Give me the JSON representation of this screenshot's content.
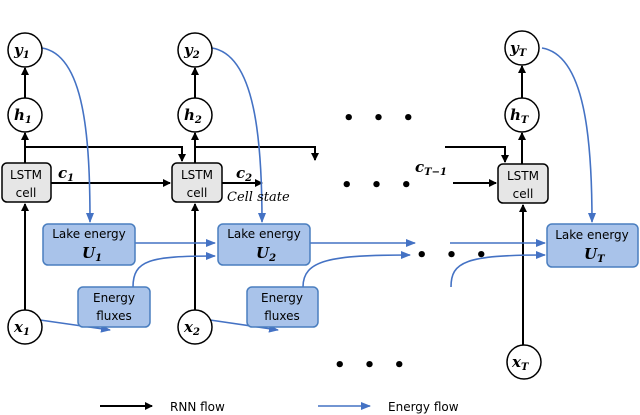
{
  "nodes": {
    "y1": {
      "v": "y",
      "s": "1"
    },
    "y2": {
      "v": "y",
      "s": "2"
    },
    "yT": {
      "v": "y",
      "s": "T"
    },
    "h1": {
      "v": "h",
      "s": "1"
    },
    "h2": {
      "v": "h",
      "s": "2"
    },
    "hT": {
      "v": "h",
      "s": "T"
    },
    "x1": {
      "v": "x",
      "s": "1"
    },
    "x2": {
      "v": "x",
      "s": "2"
    },
    "xT": {
      "v": "x",
      "s": "T"
    }
  },
  "lstm": {
    "line1": "LSTM",
    "line2": "cell"
  },
  "cell_labels": {
    "c1": {
      "v": "c",
      "s": "1"
    },
    "c2": {
      "v": "c",
      "s": "2"
    },
    "cT1": {
      "v": "c",
      "s": "T−1"
    },
    "cell_state": "Cell state"
  },
  "lake": {
    "title": "Lake energy",
    "u1": {
      "v": "U",
      "s": "1"
    },
    "u2": {
      "v": "U",
      "s": "2"
    },
    "uT": {
      "v": "U",
      "s": "T"
    }
  },
  "fluxes": {
    "line1": "Energy",
    "line2": "fluxes"
  },
  "ellipsis": "• • •",
  "legend": {
    "rnn": "RNN flow",
    "energy": "Energy flow"
  },
  "colors": {
    "energy_flow": "#4472c4",
    "lake_box": "#a9c3ea",
    "lstm_box": "#e6e6e6",
    "rnn_flow": "#000000"
  }
}
